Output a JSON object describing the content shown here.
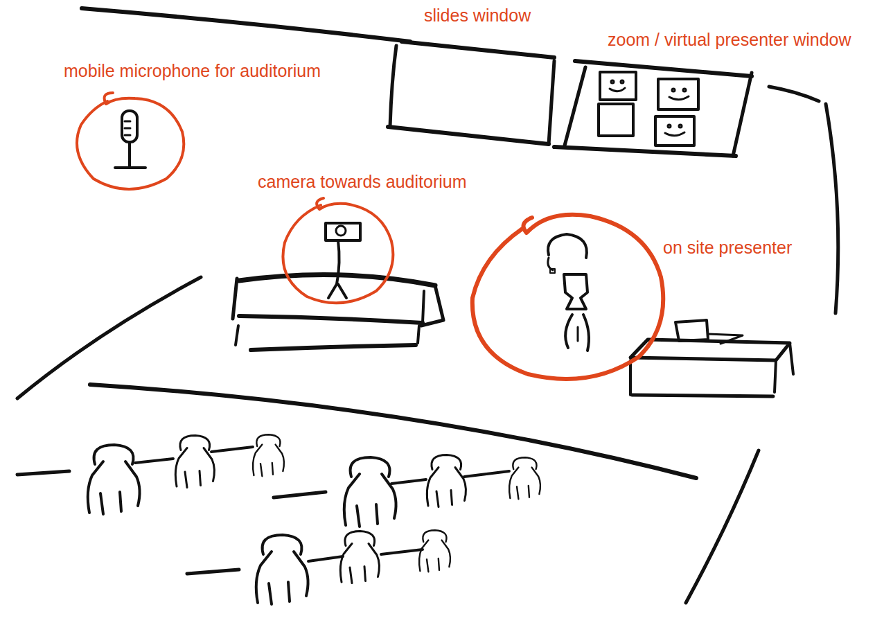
{
  "diagram": {
    "nodes": [
      {
        "text": [
          "slides window"
        ]
      },
      {
        "text": [
          "zoom / virtual presenter window"
        ]
      },
      {
        "text": [
          "mobile microphone for auditorium"
        ]
      },
      {
        "text": [
          "camera towards auditorium"
        ]
      },
      {
        "text": [
          "on site presenter"
        ]
      }
    ]
  }
}
